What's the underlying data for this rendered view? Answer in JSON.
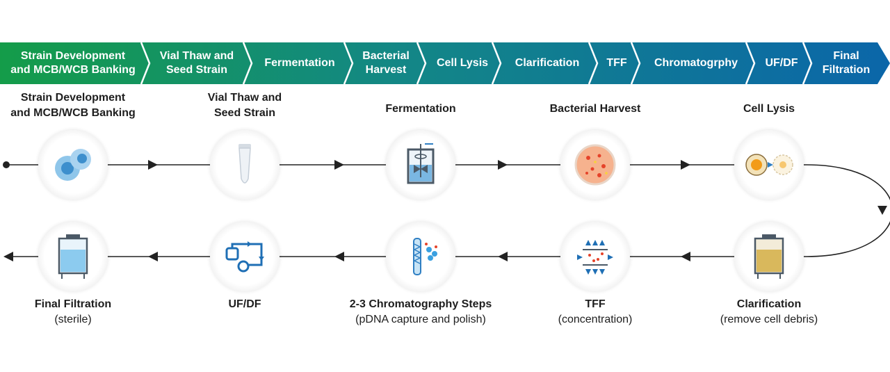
{
  "banner": {
    "colors": [
      "#149c49",
      "#1a9a5a",
      "#16946b",
      "#128c7a",
      "#138786",
      "#11808e",
      "#107995",
      "#0f739c",
      "#0d6ca2",
      "#0b66a9"
    ],
    "steps": [
      "Strain Development\nand MCB/WCB Banking",
      "Vial Thaw and\nSeed Strain",
      "Fermentation",
      "Bacterial\nHarvest",
      "Cell Lysis",
      "Clarification",
      "TFF",
      "Chromatogrphy",
      "UF/DF",
      "Final\nFiltration"
    ]
  },
  "flow": {
    "top_row": [
      {
        "title": "Strain Development\nand MCB/WCB Banking",
        "icon": "cells-icon"
      },
      {
        "title": "Vial Thaw and\nSeed Strain",
        "icon": "vial-icon"
      },
      {
        "title": "Fermentation",
        "icon": "fermenter-icon"
      },
      {
        "title": "Bacterial Harvest",
        "icon": "petri-dish-icon"
      },
      {
        "title": "Cell Lysis",
        "icon": "cell-lysis-icon"
      }
    ],
    "bottom_row": [
      {
        "title": "Final Filtration",
        "subtitle": "(sterile)",
        "icon": "sterile-tank-icon"
      },
      {
        "title": "UF/DF",
        "subtitle": "",
        "icon": "ufdf-skid-icon"
      },
      {
        "title": "2-3 Chromatography Steps",
        "subtitle": "(pDNA capture and polish)",
        "icon": "chromatography-column-icon"
      },
      {
        "title": "TFF",
        "subtitle": "(concentration)",
        "icon": "tff-filter-icon"
      },
      {
        "title": "Clarification",
        "subtitle": "(remove cell debris)",
        "icon": "clarification-tank-icon"
      }
    ]
  }
}
